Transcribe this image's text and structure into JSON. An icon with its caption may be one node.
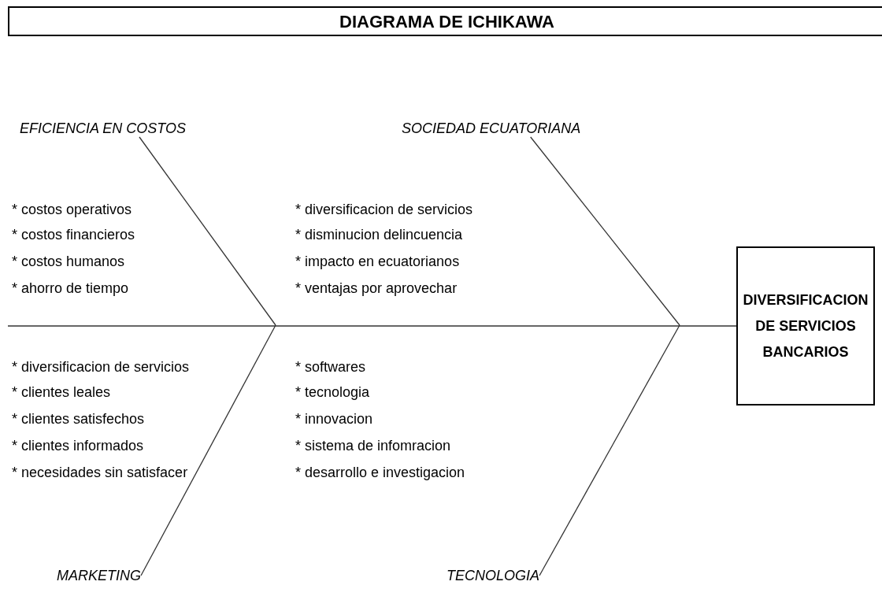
{
  "diagram": {
    "title": "DIAGRAMA DE ICHIKAWA",
    "nodes": [
      {
        "text": [
          "EFICIENCIA EN COSTOS"
        ]
      },
      {
        "text": [
          "SOCIEDAD ECUATORIANA"
        ]
      },
      {
        "text": [
          "MARKETING"
        ]
      },
      {
        "text": [
          "TECNOLOGIA"
        ]
      },
      {
        "text": [
          "DIVERSIFICACION DE SERVICIOS BANCARIOS"
        ]
      }
    ],
    "edges": [
      {
        "from": null,
        "to": 4,
        "arrow": "none"
      },
      {
        "from": 0,
        "to": null,
        "arrow": "none"
      },
      {
        "from": 1,
        "to": null,
        "arrow": "none"
      },
      {
        "from": 2,
        "to": null,
        "arrow": "none"
      },
      {
        "from": 3,
        "to": null,
        "arrow": "none"
      }
    ],
    "labels": [
      "* costos operativos",
      "* costos financieros",
      "* costos humanos",
      "* ahorro de tiempo",
      "* diversificacion de servicios",
      "* disminucion delincuencia",
      "* impacto en ecuatorianos",
      "* ventajas por aprovechar",
      "* diversificacion de servicios",
      "* clientes leales",
      "* clientes satisfechos",
      "* clientes informados",
      "* necesidades sin satisfacer",
      "* softwares",
      "* tecnologia",
      "* innovacion",
      "* sistema de infomracion",
      "* desarrollo e investigacion"
    ]
  }
}
